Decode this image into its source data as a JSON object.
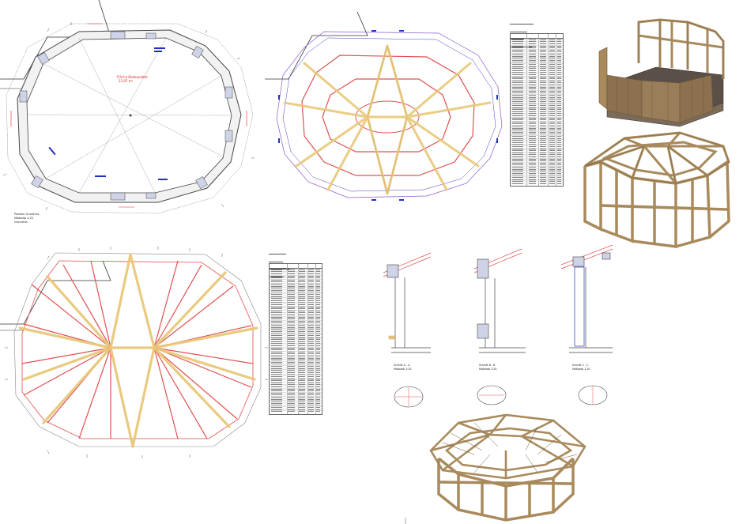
{
  "drawing": {
    "plan_floor_label": "Fläche Bodenplatte",
    "plan_floor_value": "23,97 m²",
    "plan_title_lines": [
      "Pavillon Grundriss",
      "Maßstab 1:20",
      "Grundriss"
    ],
    "section_labels": [
      {
        "title": "Schnitt A - A",
        "scale": "Maßstab 1:20"
      },
      {
        "title": "Schnitt B - B",
        "scale": "Maßstab 1:20"
      },
      {
        "title": "Schnitt C - C",
        "scale": "Maßstab 1:20"
      }
    ],
    "colors": {
      "outline": "#444444",
      "rafter_primary": "#e8c878",
      "rafter_secondary": "#e05050",
      "purlin": "#8a5ac8",
      "blue_annotation": "#2030c0",
      "dimension": "#ff2020",
      "wood": "#a88a5c",
      "wood_dark": "#6b5538",
      "floor": "#5a5048"
    },
    "icons": [
      "roof-frame-3d-icon",
      "wall-frame-3d-icon",
      "small-plan-icon"
    ]
  }
}
